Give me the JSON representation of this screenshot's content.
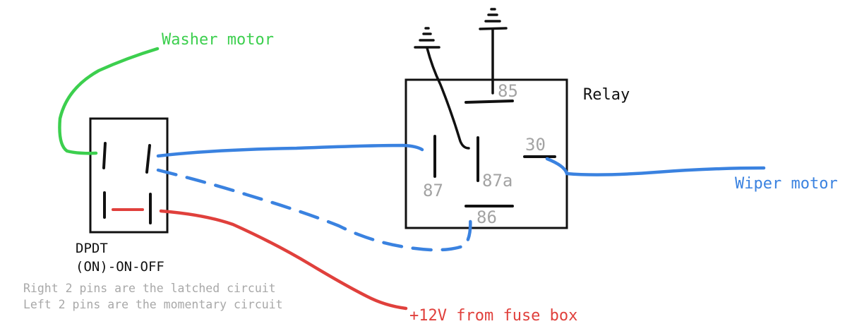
{
  "labels": {
    "washer_motor": "Washer motor",
    "wiper_motor": "Wiper motor",
    "fuse_box": "+12V from fuse box",
    "relay": "Relay",
    "switch_type": "DPDT",
    "switch_mode": "(ON)-ON-OFF",
    "note_right": "Right 2 pins are the latched circuit",
    "note_left": "Left 2 pins are the momentary circuit"
  },
  "relay_pins": {
    "p85": "85",
    "p30": "30",
    "p87": "87",
    "p87a": "87a",
    "p86": "86"
  },
  "colors": {
    "wire_green": "#3ccf4e",
    "wire_blue": "#3a82e0",
    "wire_red": "#e0403c",
    "outline": "#111111",
    "pin_label": "#a3a3a3"
  }
}
